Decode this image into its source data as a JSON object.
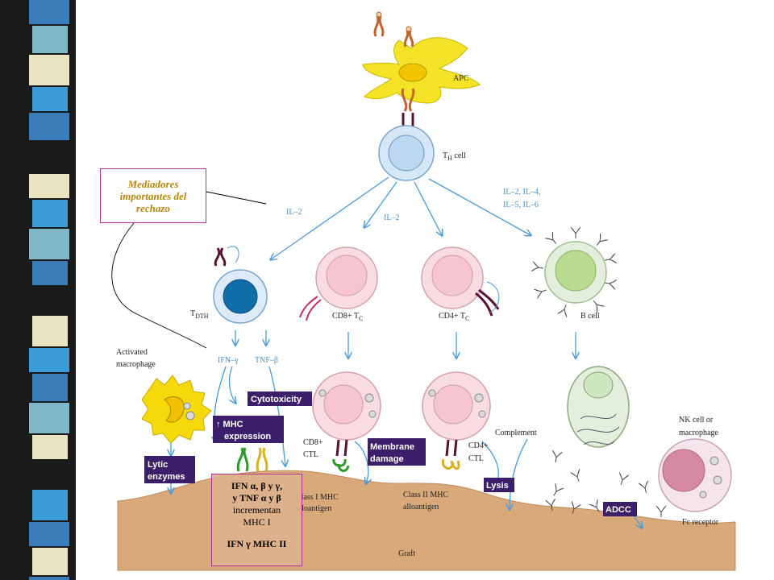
{
  "colors": {
    "strip": [
      "#3a7db8",
      "#e9e5c3",
      "#1a1a1a",
      "#3a9bd6",
      "#7fb7c9",
      "#8a8a8a"
    ],
    "arrow": "#4a9ad6",
    "label_box": "#3b1f6a",
    "graft": "#d9a97a",
    "apc": "#f5e327",
    "callout_border": "#b0309a",
    "mediator_text": "#b8860b"
  },
  "callout": {
    "mediators": [
      "Mediadores",
      "importantes del",
      "rechazo"
    ],
    "ifn_line1": "IFN α, β y γ,",
    "ifn_line2": "y TNF α y β",
    "ifn_line3": "incrementan",
    "ifn_line4": "MHC I",
    "ifn_line5": "IFN γ MHC II"
  },
  "labels": {
    "apc": "APC",
    "th_cell": "T",
    "th_sub": "H",
    "th_suffix": " cell",
    "il2_left": "IL–2",
    "il2_mid": "IL–2",
    "il_right1": "IL–2, IL–4,",
    "il_right2": "IL–5, IL–6",
    "tdth": "T",
    "tdth_sub": "DTH",
    "cd8": "CD8+ T",
    "cd8_sub": "C",
    "cd4": "CD4+ T",
    "cd4_sub": "C",
    "b_cell": "B cell",
    "activated1": "Activated",
    "activated2": "macrophage",
    "ifn_gamma": "IFN–γ",
    "tnf_beta": "TNF–β",
    "cd8_ctl1": "CD8+",
    "cd8_ctl2": "CTL",
    "cd4_ctl1": "CD4+",
    "cd4_ctl2": "CTL",
    "complement": "Complement",
    "nk1": "NK cell or",
    "nk2": "macrophage",
    "class1_1": "Class I MHC",
    "class1_2": "alloantigen",
    "class2_1": "Class II MHC",
    "class2_2": "alloantigen",
    "graft": "Graft",
    "fc_receptor": "Fc receptor"
  },
  "boxes": {
    "cytotoxicity": "Cytotoxicity",
    "mhc_expression_1": "↑ MHC",
    "mhc_expression_2": "expression",
    "lytic_1": "Lytic",
    "lytic_2": "enzymes",
    "membrane_1": "Membrane",
    "membrane_2": "damage",
    "lysis": "Lysis",
    "adcc": "ADCC"
  }
}
